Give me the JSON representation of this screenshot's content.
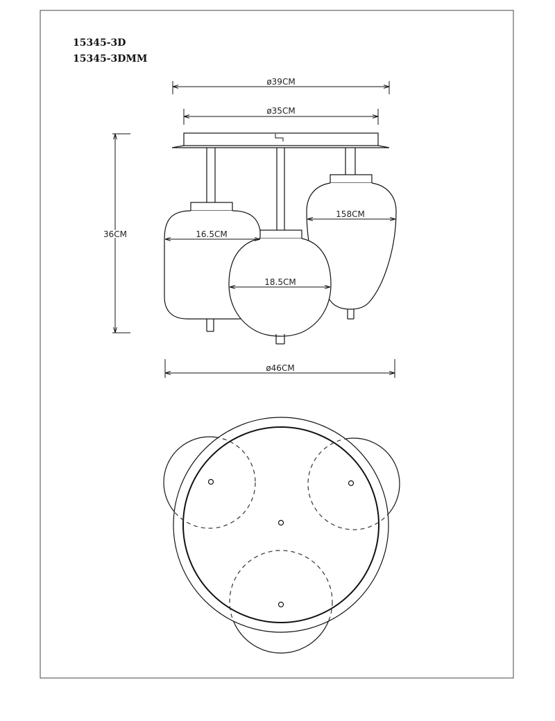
{
  "sheet": {
    "model_codes": [
      "15345-3D",
      "15345-3DMM"
    ]
  },
  "dimensions": {
    "canopy_outer_diameter": "ø39CM",
    "canopy_inner_diameter": "ø35CM",
    "height": "36CM",
    "left_shade_width": "16.5CM",
    "center_shade_width": "18.5CM",
    "right_shade_width": "158CM",
    "overall_diameter": "ø46CM"
  },
  "colors": {
    "line": "#111111",
    "dashed": "#333333",
    "frame": "#444444"
  }
}
